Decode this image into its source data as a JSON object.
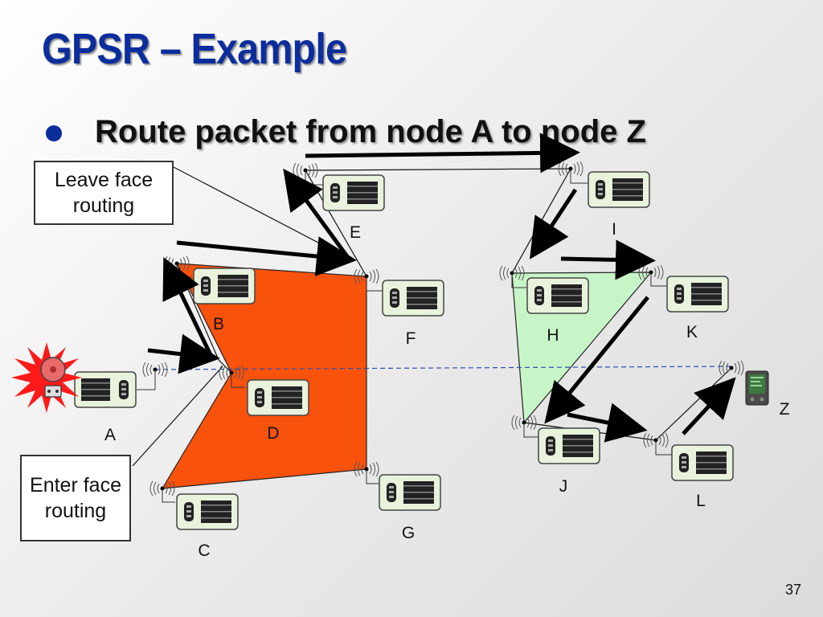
{
  "title": "GPSR – Example",
  "bullet": "Route packet from node A to node Z",
  "callouts": {
    "leave": "Leave face routing",
    "enter": "Enter face routing"
  },
  "slide_number": "37",
  "nodes": [
    {
      "id": "A",
      "label": "A"
    },
    {
      "id": "B",
      "label": "B"
    },
    {
      "id": "C",
      "label": "C"
    },
    {
      "id": "D",
      "label": "D"
    },
    {
      "id": "E",
      "label": "E"
    },
    {
      "id": "F",
      "label": "F"
    },
    {
      "id": "G",
      "label": "G"
    },
    {
      "id": "H",
      "label": "H"
    },
    {
      "id": "I",
      "label": "I"
    },
    {
      "id": "J",
      "label": "J"
    },
    {
      "id": "K",
      "label": "K"
    },
    {
      "id": "L",
      "label": "L"
    },
    {
      "id": "Z",
      "label": "Z"
    }
  ],
  "colors": {
    "title": "#0c2d9c",
    "left_face": "#f9520c",
    "right_face": "#c8f5c8",
    "dashed_line": "#2a4fb0",
    "alarm": "#ff1a1a"
  },
  "icons": {
    "source": "alarm-bell-icon",
    "destination": "pda-device-icon",
    "sensor": "sensor-device-icon",
    "radio": "radio-waves-icon"
  }
}
